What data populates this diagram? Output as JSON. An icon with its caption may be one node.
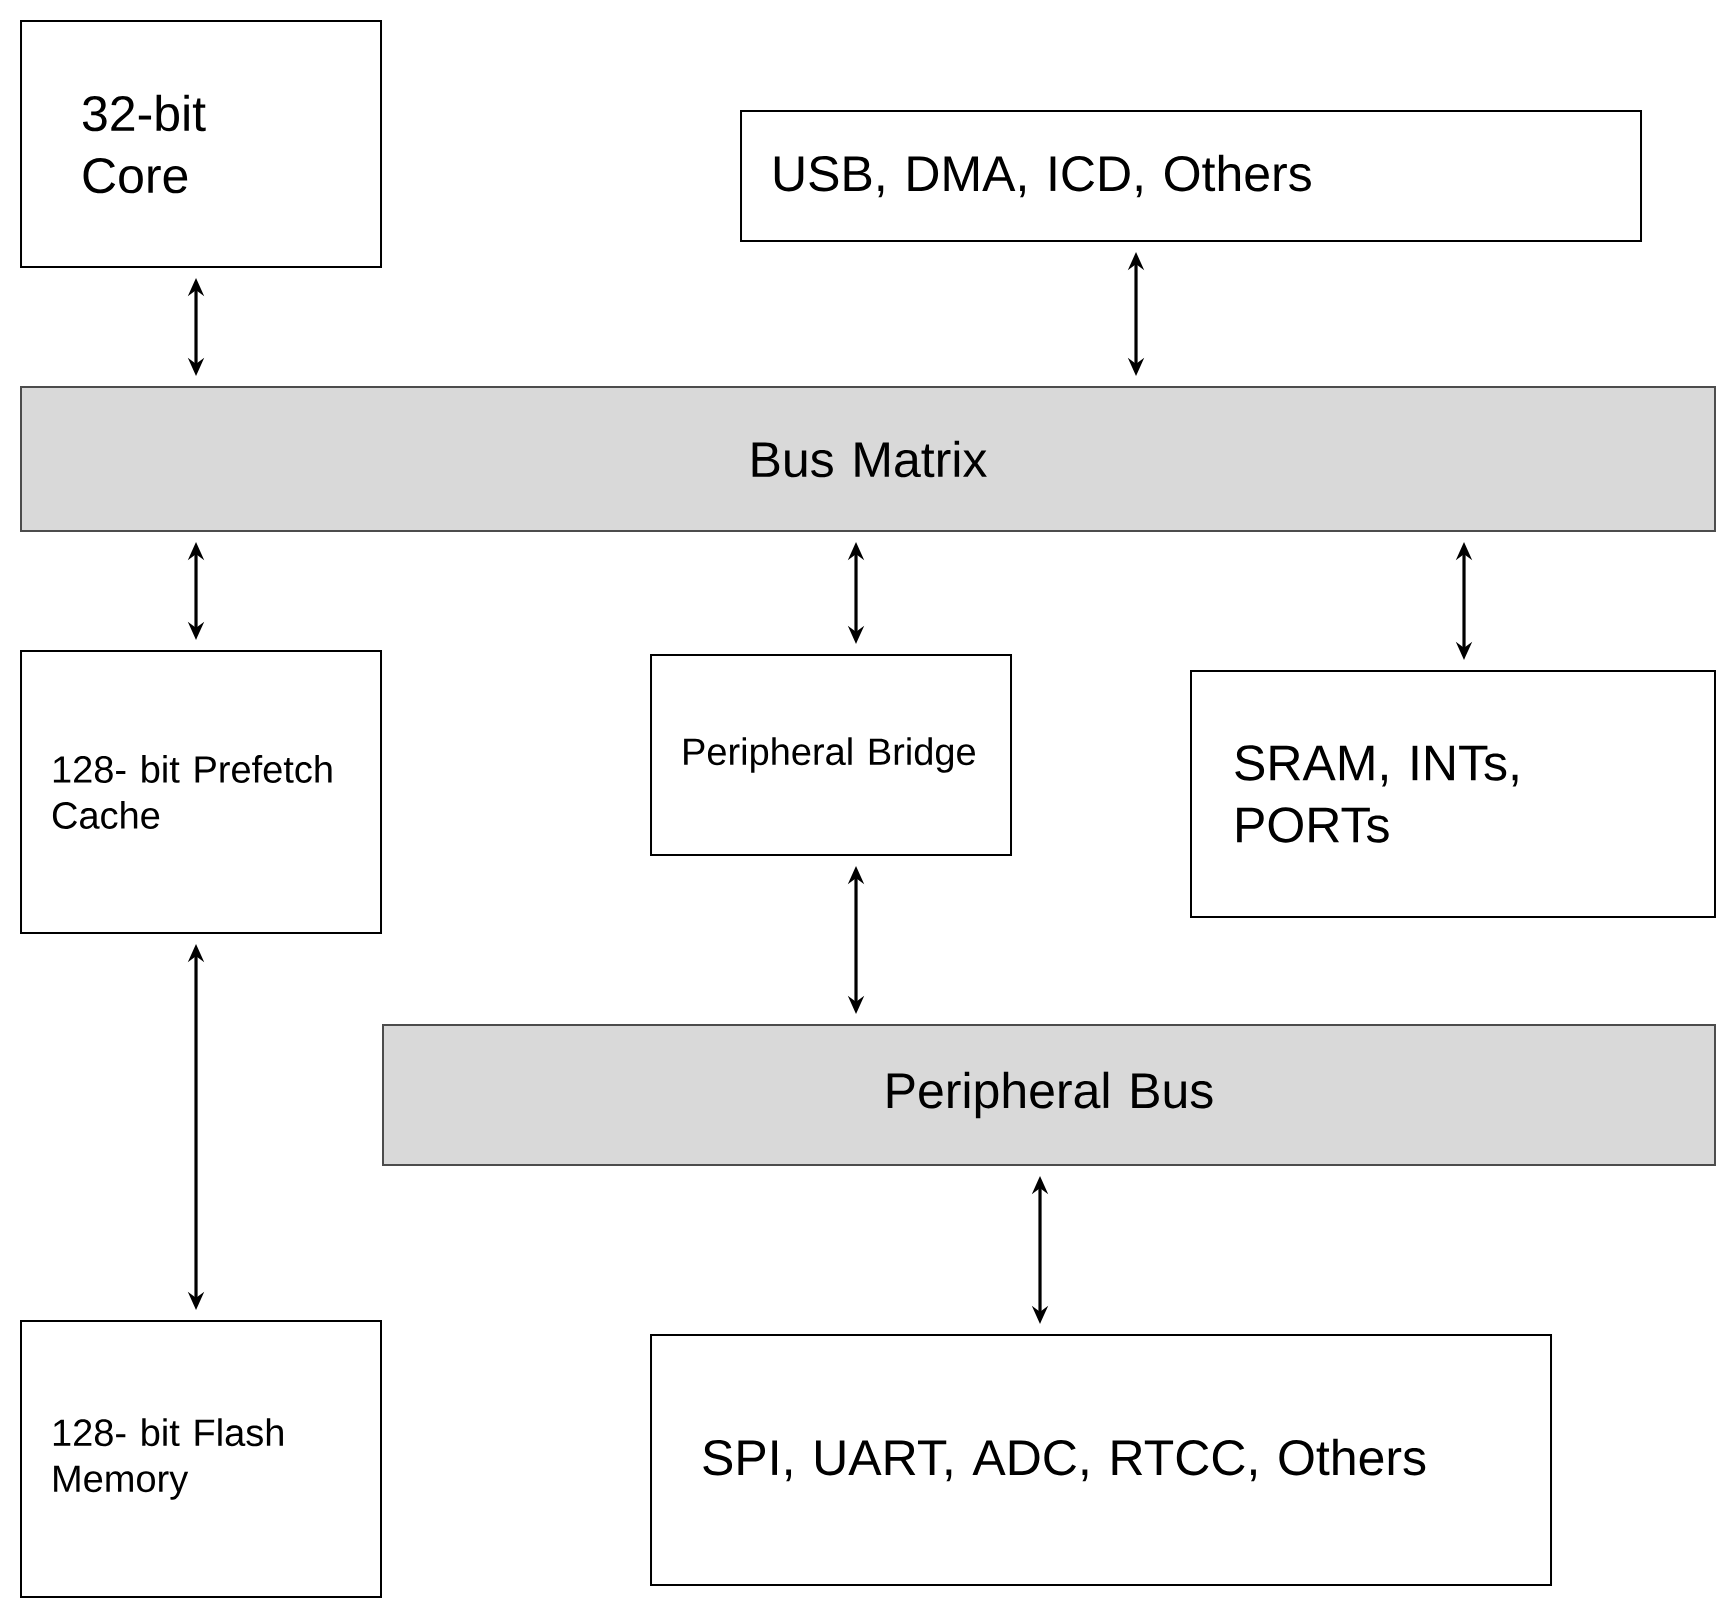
{
  "diagram": {
    "nodes": [
      {
        "text": [
          "32-bit Core"
        ]
      },
      {
        "text": [
          "USB, DMA, ICD, Others"
        ]
      },
      {
        "text": [
          "Bus Matrix"
        ]
      },
      {
        "text": [
          "128- bit Prefetch Cache"
        ]
      },
      {
        "text": [
          "Peripheral Bridge"
        ]
      },
      {
        "text": [
          "SRAM, INTs, PORTs"
        ]
      },
      {
        "text": [
          "Peripheral Bus"
        ]
      },
      {
        "text": [
          "128- bit Flash Memory"
        ]
      },
      {
        "text": [
          "SPI, UART, ADC, RTCC, Others"
        ]
      }
    ],
    "edges": [
      {
        "from": 0,
        "to": 2,
        "arrow": "both"
      },
      {
        "from": 1,
        "to": 2,
        "arrow": "both"
      },
      {
        "from": 2,
        "to": 3,
        "arrow": "both"
      },
      {
        "from": 2,
        "to": 4,
        "arrow": "both"
      },
      {
        "from": 2,
        "to": 5,
        "arrow": "both"
      },
      {
        "from": 3,
        "to": 7,
        "arrow": "both"
      },
      {
        "from": 4,
        "to": 6,
        "arrow": "both"
      },
      {
        "from": 6,
        "to": 8,
        "arrow": "both"
      }
    ]
  }
}
